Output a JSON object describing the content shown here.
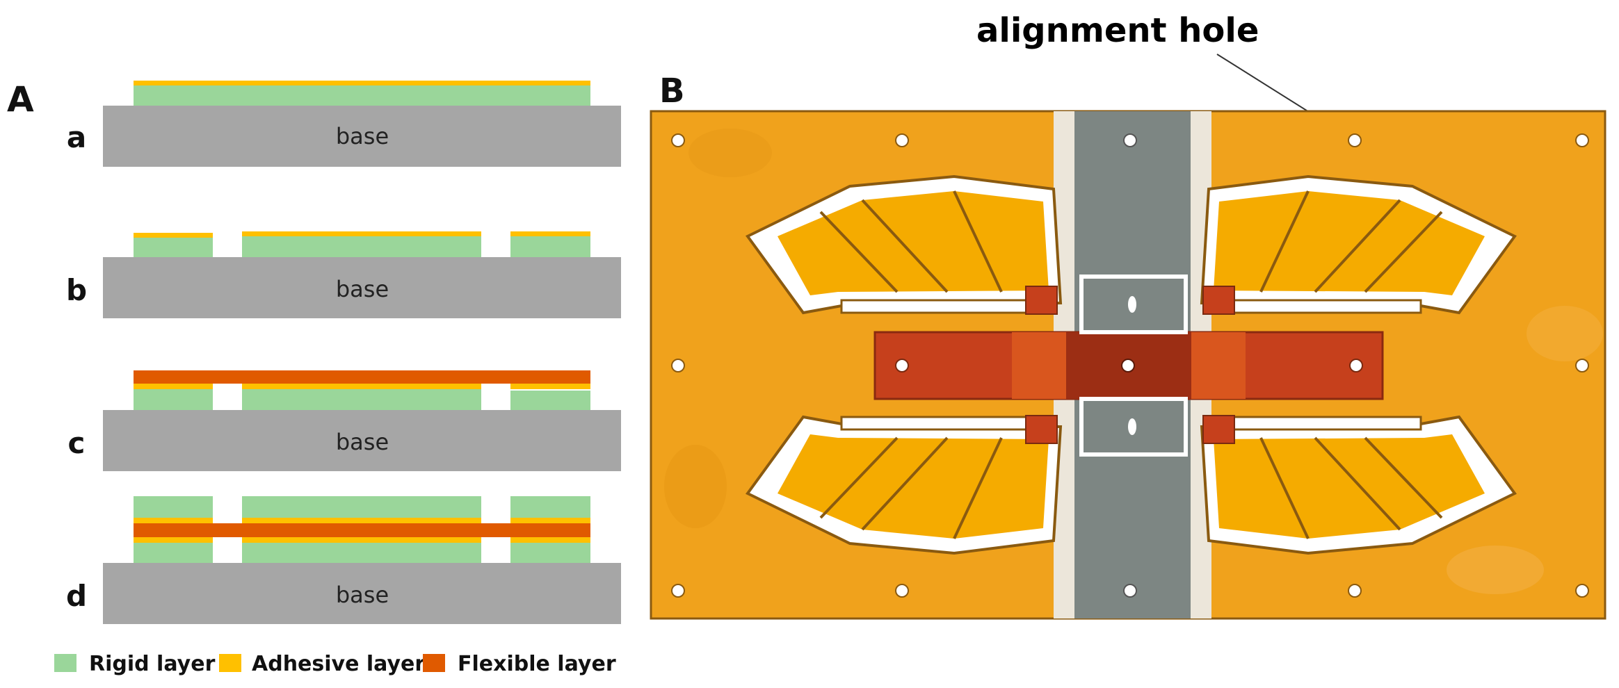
{
  "panel_a": {
    "label": "A",
    "steps": [
      {
        "label": "a",
        "base_text": "base"
      },
      {
        "label": "b",
        "base_text": "base"
      },
      {
        "label": "c",
        "base_text": "base"
      },
      {
        "label": "d",
        "base_text": "base"
      }
    ]
  },
  "legend": {
    "items": [
      {
        "label": "Rigid layer",
        "color": "#9ad69a"
      },
      {
        "label": "Adhesive layer",
        "color": "#ffc000"
      },
      {
        "label": "Flexible layer",
        "color": "#e05a00"
      }
    ]
  },
  "panel_b": {
    "label": "B",
    "callout": "alignment hole"
  },
  "colors": {
    "base": "#a6a6a6",
    "rigid": "#9ad69a",
    "adhesive": "#ffc000",
    "flexible": "#e05a00",
    "board": "#f0a21c",
    "board_dark": "#c98514",
    "wing": "#f5ab00",
    "strip": "#7d8683",
    "copper": "#c6401c"
  }
}
